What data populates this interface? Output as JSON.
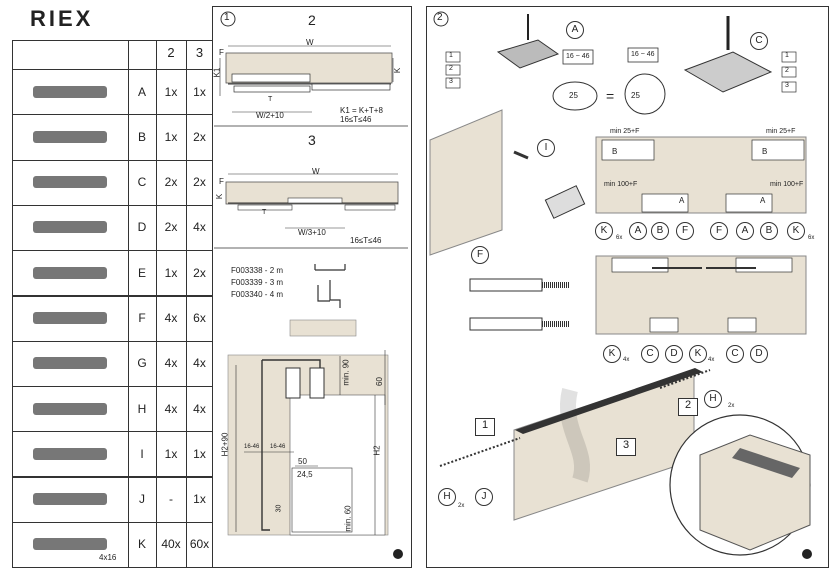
{
  "brand": "RIEX",
  "table": {
    "headers": [
      "2",
      "3"
    ],
    "rows": [
      {
        "letter": "A",
        "q2": "1x",
        "q3": "1x",
        "icon": "hanger-pair"
      },
      {
        "letter": "B",
        "q2": "1x",
        "q3": "2x",
        "icon": "guide-bracket-pair"
      },
      {
        "letter": "C",
        "q2": "2x",
        "q3": "2x",
        "icon": "bracket"
      },
      {
        "letter": "D",
        "q2": "2x",
        "q3": "4x",
        "icon": "small-bracket"
      },
      {
        "letter": "E",
        "q2": "1x",
        "q3": "2x",
        "icon": "stopper"
      },
      {
        "letter": "F",
        "q2": "4x",
        "q3": "6x",
        "icon": "damper"
      },
      {
        "letter": "G",
        "q2": "4x",
        "q3": "4x",
        "icon": "pin"
      },
      {
        "letter": "H",
        "q2": "4x",
        "q3": "4x",
        "icon": "screw-pin"
      },
      {
        "letter": "I",
        "q2": "1x",
        "q3": "1x",
        "icon": "drill-template"
      },
      {
        "letter": "J",
        "q2": "-",
        "q3": "1x",
        "icon": "threaded-rod"
      },
      {
        "letter": "K",
        "q2": "40x",
        "q3": "60x",
        "icon": "screw",
        "note": "4x16"
      }
    ]
  },
  "step1": {
    "circle": "1",
    "sub2": {
      "title": "2",
      "W": "W",
      "F": "F",
      "K1": "K1",
      "K": "K",
      "T": "T",
      "width": "W/2+10",
      "formula": "K1 = K+T+8",
      "range": "16≤T≤46"
    },
    "sub3": {
      "title": "3",
      "W": "W",
      "F": "F",
      "K": "K",
      "T": "T",
      "width": "W/3+10",
      "range": "16≤T≤46"
    },
    "profiles": [
      "F003338 - 2 m",
      "F003339 - 3 m",
      "F003340 - 4 m"
    ],
    "section": {
      "min90": "min. 90",
      "sixty": "60",
      "h2plus90": "H2+90",
      "h2": "H2",
      "a": "16-46",
      "b": "16-46",
      "fifty": "50",
      "twentyfour": "24,5",
      "thirty": "30",
      "min60": "min. 60"
    }
  },
  "step2": {
    "circle": "2",
    "callouts": [
      "A",
      "C",
      "I",
      "F",
      "A",
      "B",
      "F",
      "F",
      "B",
      "A",
      "K",
      "K",
      "K",
      "C",
      "D",
      "K",
      "C",
      "D",
      "H",
      "J",
      "H"
    ],
    "range": "16 ~ 46",
    "value25": "25",
    "equals": "=",
    "min25": "min 25+F",
    "min100": "min 100+F",
    "B": "B",
    "A": "A",
    "sixx": "6x",
    "fourx": "4x",
    "twox": "2x",
    "steps": [
      "1",
      "2",
      "3"
    ],
    "checklist": [
      "1",
      "2",
      "3"
    ]
  }
}
